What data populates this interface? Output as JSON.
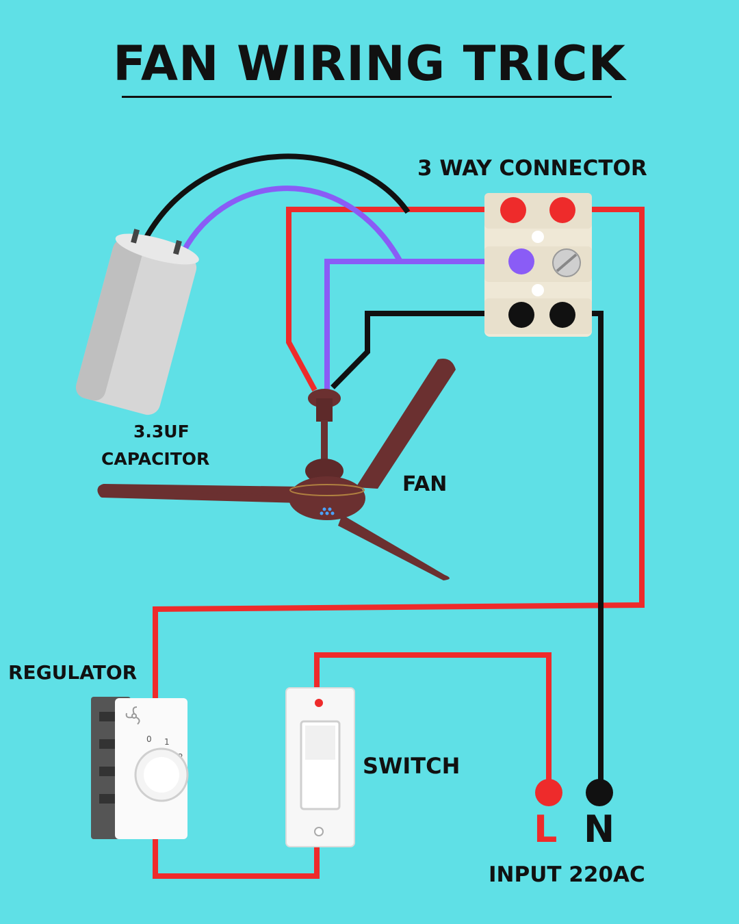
{
  "title": "FAN WIRING TRICK",
  "labels": {
    "connector": "3 WAY CONNECTOR",
    "capacitor_value": "3.3UF",
    "capacitor": "CAPACITOR",
    "fan": "FAN",
    "regulator": "REGULATOR",
    "switch": "SWITCH",
    "live": "L",
    "neutral": "N",
    "input": "INPUT 220AC"
  },
  "regulator_dial": [
    "0",
    "1",
    "2"
  ],
  "colors": {
    "background": "#5fe0e6",
    "live_wire": "#ee2b2b",
    "neutral_wire": "#111111",
    "capacitor_wire": "#8a5cf6",
    "fan_body": "#6b3030",
    "connector": "#efe8d6"
  },
  "icons": [
    "capacitor-icon",
    "ceiling-fan-icon",
    "terminal-block-icon",
    "regulator-icon",
    "switch-icon",
    "fan-symbol-icon"
  ]
}
